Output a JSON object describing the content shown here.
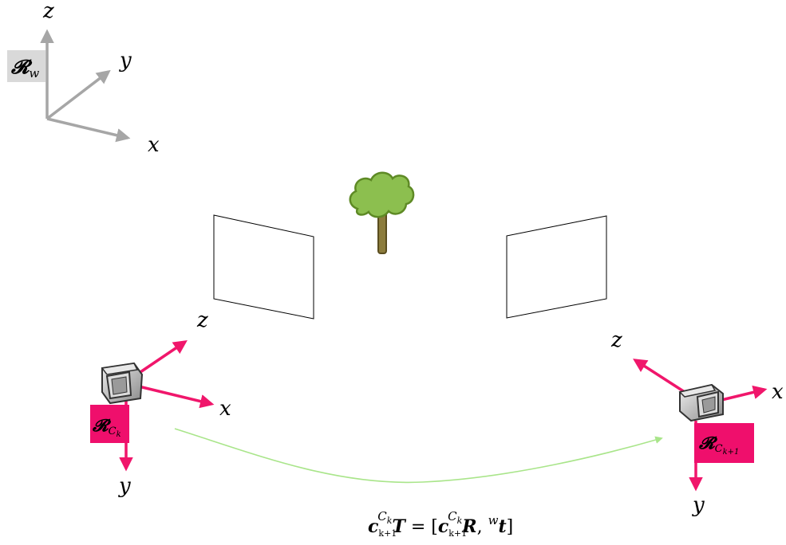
{
  "colors": {
    "world_axes": "#a6a6a6",
    "world_label_bg": "#d9d9d9",
    "camera_axes": "#f0166b",
    "camera_label_bg": "#ef0f6c",
    "trajectory": "#a9e58a",
    "tree_canopy": "#8cbf4f",
    "tree_trunk": "#8c7c3c"
  },
  "world_frame": {
    "label_main": "𝓡",
    "label_sub": "w",
    "axes": {
      "z": "z",
      "y": "y",
      "x": "x"
    }
  },
  "camera_k": {
    "label_main": "𝓡",
    "label_sub": "C",
    "label_subsub": "k",
    "axes": {
      "z": "z",
      "x": "x",
      "y": "y"
    }
  },
  "camera_k1": {
    "label_main": "𝓡",
    "label_sub": "C",
    "label_subsub": "k+1",
    "axes": {
      "z": "z",
      "x": "x",
      "y": "y"
    }
  },
  "formula": {
    "lhs_sub": "c",
    "lhs_subsub": "k+1",
    "lhs_sup": "C",
    "lhs_supsub": "k",
    "lhs_symbol": "T",
    "equals": " = [",
    "r_sub": "c",
    "r_subsub": "k+1",
    "r_sup": "C",
    "r_supsub": "k",
    "r_symbol": "R",
    "comma": ", ",
    "t_sup": "w",
    "t_symbol": "t",
    "close": "]"
  }
}
